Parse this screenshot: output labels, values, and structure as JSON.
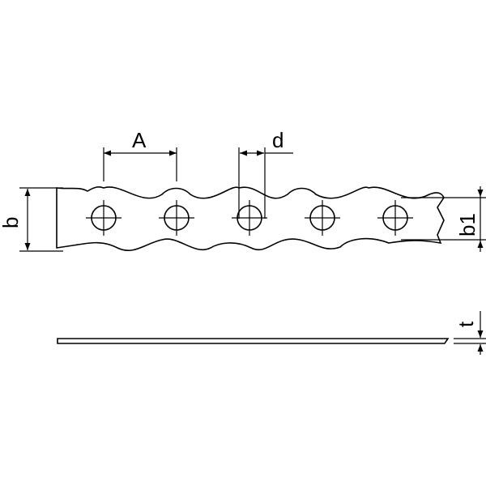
{
  "dimensions": {
    "spacing_label": "A",
    "hole_label": "d",
    "width_label": "b",
    "inner_width_label": "b1",
    "thickness_label": "t"
  },
  "strip": {
    "hole_count": 5
  }
}
